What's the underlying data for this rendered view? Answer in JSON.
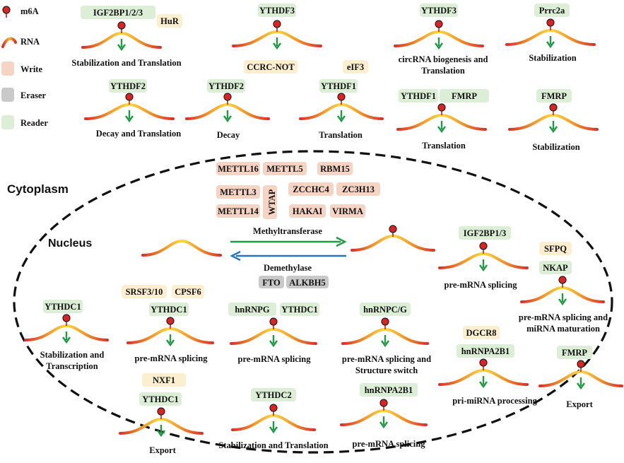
{
  "legend": {
    "m6a": "m6A",
    "rna": "RNA",
    "write": "Write",
    "eraser": "Eraser",
    "reader": "Reader"
  },
  "colors": {
    "writer": "#f6d4c4",
    "eraser": "#c9c9c9",
    "reader": "#dcefd6",
    "cofactor": "#fcefcf",
    "m6a_dot": "#dd2222",
    "arrow_green": "#1e9a44",
    "arrow_blue": "#2677bd"
  },
  "regions": {
    "cytoplasm": "Cytoplasm",
    "nucleus": "Nucleus"
  },
  "writers": [
    "METTL16",
    "METTL5",
    "RBM15",
    "METTL3",
    "WTAP",
    "ZCCHC4",
    "ZC3H13",
    "METTL14",
    "HAKAI",
    "VIRMA"
  ],
  "methylation": {
    "methyltransferase": "Methyltransferase",
    "demethylase": "Demethylase",
    "erasers": [
      "FTO",
      "ALKBH5"
    ]
  },
  "cytoplasm_modules": [
    {
      "proteins": [
        "IGF2BP1/2/3",
        "HuR"
      ],
      "function": [
        "Stabilization and Translation"
      ]
    },
    {
      "proteins": [
        "YTHDF3"
      ],
      "function": []
    },
    {
      "proteins": [
        "YTHDF3"
      ],
      "function": [
        "circRNA biogenesis and",
        "Translation"
      ]
    },
    {
      "proteins": [
        "Prrc2a"
      ],
      "function": [
        "Stabilization"
      ]
    },
    {
      "proteins": [
        "YTHDF2"
      ],
      "function": [
        "Decay and Translation"
      ]
    },
    {
      "proteins": [
        "CCRC-NOT",
        "YTHDF2"
      ],
      "function": [
        "Decay"
      ]
    },
    {
      "proteins": [
        "eIF3",
        "YTHDF1"
      ],
      "function": [
        "Translation"
      ]
    },
    {
      "proteins": [
        "YTHDF1",
        "FMRP"
      ],
      "function": [
        "Translation"
      ]
    },
    {
      "proteins": [
        "FMRP"
      ],
      "function": [
        "Stabilization"
      ]
    }
  ],
  "nucleus_modules": [
    {
      "proteins": [
        "IGF2BP1/3"
      ],
      "function": [
        "pre-mRNA splicing"
      ]
    },
    {
      "proteins": [
        "SFPQ",
        "NKAP"
      ],
      "function": [
        "pre-mRNA splicing and",
        "miRNA maturation"
      ]
    },
    {
      "proteins": [
        "YTHDC1"
      ],
      "function": [
        "Stabilization and",
        "Transcription"
      ]
    },
    {
      "proteins": [
        "SRSF3/10",
        "CPSF6",
        "YTHDC1"
      ],
      "function": [
        "pre-mRNA splicing"
      ]
    },
    {
      "proteins": [
        "hnRNPG",
        "YTHDC1"
      ],
      "function": [
        "pre-mRNA splicing"
      ]
    },
    {
      "proteins": [
        "hnRNPC/G"
      ],
      "function": [
        "pre-mRNA splicing and",
        "Structure switch"
      ]
    },
    {
      "proteins": [
        "DGCR8",
        "hnRNPA2B1"
      ],
      "function": [
        "pri-miRNA processing"
      ]
    },
    {
      "proteins": [
        "FMRP"
      ],
      "function": [
        "Export"
      ]
    },
    {
      "proteins": [
        "NXF1",
        "YTHDC1"
      ],
      "function": [
        "Export"
      ]
    },
    {
      "proteins": [
        "YTHDC2"
      ],
      "function": [
        "Stabilization and Translation"
      ]
    },
    {
      "proteins": [
        "hnRNPA2B1"
      ],
      "function": [
        "pre-mRNA splicing"
      ]
    }
  ]
}
